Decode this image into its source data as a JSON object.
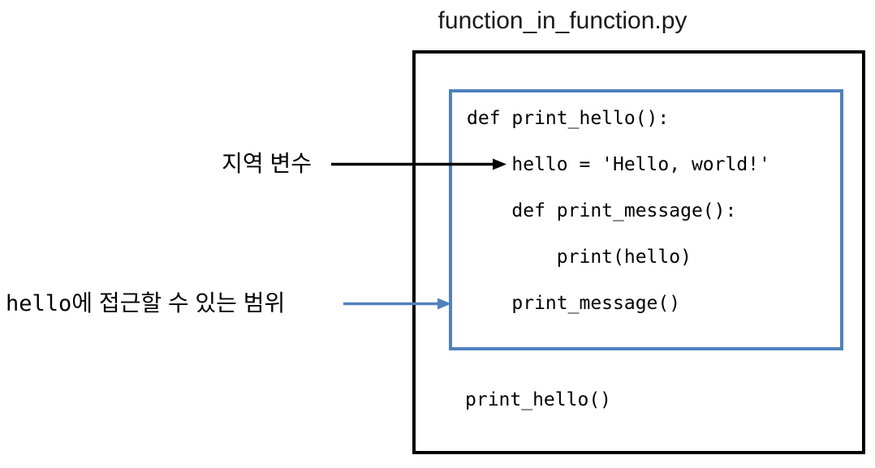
{
  "title": "function_in_function.py",
  "labels": {
    "local_variable": "지역 변수",
    "scope_code_part": "hello",
    "scope_text_part": "에 접근할 수 있는 범위"
  },
  "code": {
    "inner_lines": [
      "def print_hello():",
      "    hello = 'Hello, world!'",
      "    def print_message():",
      "        print(hello)",
      "    print_message()"
    ],
    "outer_line": "print_hello()"
  },
  "colors": {
    "outer_box_border": "#000000",
    "scope_box_border": "#4f81bd",
    "local_variable_arrow": "#000000",
    "scope_arrow": "#4f81bd",
    "background": "#ffffff",
    "text": "#000000"
  }
}
